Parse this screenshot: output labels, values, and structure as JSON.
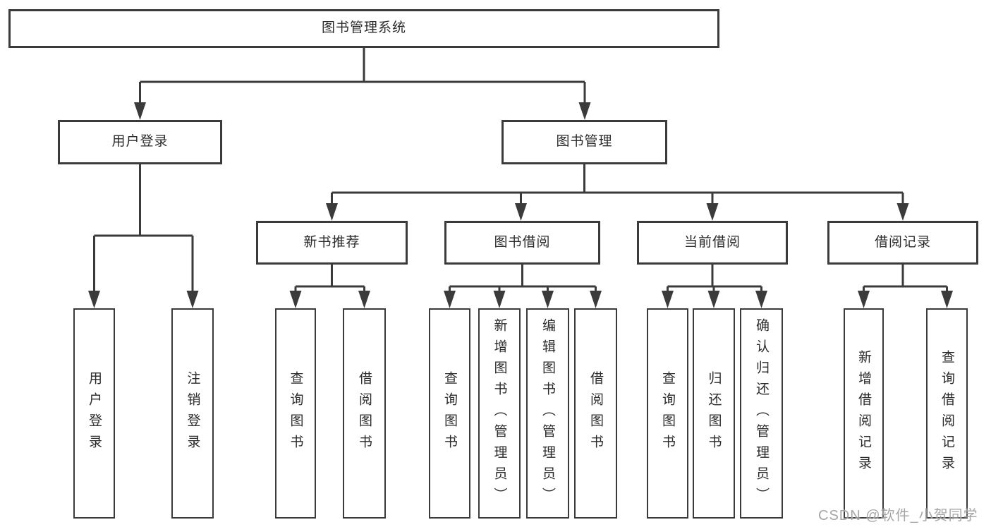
{
  "tree": {
    "root": {
      "label": "图书管理系统",
      "children": [
        {
          "label": "用户登录",
          "children": [
            {
              "label": "用户登录"
            },
            {
              "label": "注销登录"
            }
          ]
        },
        {
          "label": "图书管理",
          "children": [
            {
              "label": "新书推荐",
              "children": [
                {
                  "label": "查询图书"
                },
                {
                  "label": "借阅图书"
                }
              ]
            },
            {
              "label": "图书借阅",
              "children": [
                {
                  "label": "查询图书"
                },
                {
                  "label": "新增图书（管理员）"
                },
                {
                  "label": "编辑图书（管理员）"
                },
                {
                  "label": "借阅图书"
                }
              ]
            },
            {
              "label": "当前借阅",
              "children": [
                {
                  "label": "查询图书"
                },
                {
                  "label": "归还图书"
                },
                {
                  "label": "确认归还（管理员）"
                }
              ]
            },
            {
              "label": "借阅记录",
              "children": [
                {
                  "label": "新增借阅记录"
                },
                {
                  "label": "查询借阅记录"
                }
              ]
            }
          ]
        }
      ]
    }
  },
  "watermark": {
    "text": "CSDN @软件_小贺同学"
  },
  "colors": {
    "line": "#3b3b3b",
    "box_border": "#3b3b3b",
    "text": "#2b2b2b",
    "watermark_text": "#9d9d9d",
    "background": "#ffffff"
  }
}
